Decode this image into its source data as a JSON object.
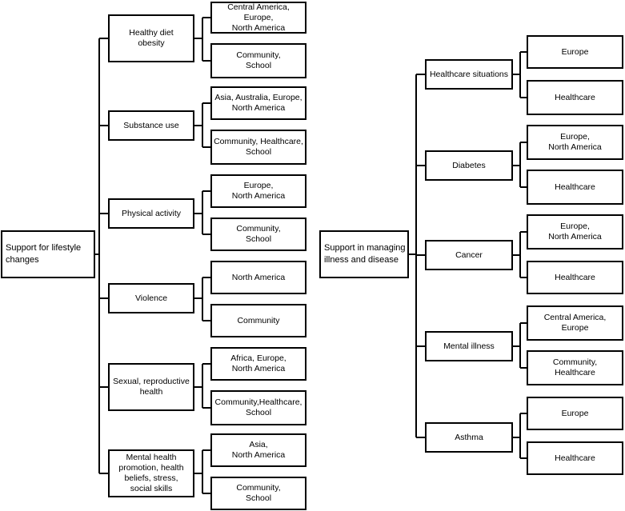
{
  "trees": [
    {
      "root": "Support for lifestyle\nchanges",
      "branches": [
        {
          "label": "Healthy diet\nobesity",
          "leaves": [
            "Central America, Europe,\nNorth America",
            "Community,\nSchool"
          ]
        },
        {
          "label": "Substance use",
          "leaves": [
            "Asia, Australia, Europe,\nNorth America",
            "Community, Healthcare,\nSchool"
          ]
        },
        {
          "label": "Physical activity",
          "leaves": [
            "Europe,\nNorth America",
            "Community,\nSchool"
          ]
        },
        {
          "label": "Violence",
          "leaves": [
            "North America",
            "Community"
          ]
        },
        {
          "label": "Sexual, reproductive\nhealth",
          "leaves": [
            "Africa, Europe,\nNorth America",
            "Community,Healthcare,\nSchool"
          ]
        },
        {
          "label": "Mental health\npromotion, health\nbeliefs, stress,\nsocial skills",
          "leaves": [
            "Asia,\nNorth America",
            "Community,\nSchool"
          ]
        }
      ]
    },
    {
      "root": "Support in managing\nillness and disease",
      "branches": [
        {
          "label": "Healthcare situations",
          "leaves": [
            "Europe",
            "Healthcare"
          ]
        },
        {
          "label": "Diabetes",
          "leaves": [
            "Europe,\nNorth America",
            "Healthcare"
          ]
        },
        {
          "label": "Cancer",
          "leaves": [
            "Europe,\nNorth America",
            "Healthcare"
          ]
        },
        {
          "label": "Mental illness",
          "leaves": [
            "Central America,\nEurope",
            "Community,\nHealthcare"
          ]
        },
        {
          "label": "Asthma",
          "leaves": [
            "Europe",
            "Healthcare"
          ]
        }
      ]
    }
  ]
}
